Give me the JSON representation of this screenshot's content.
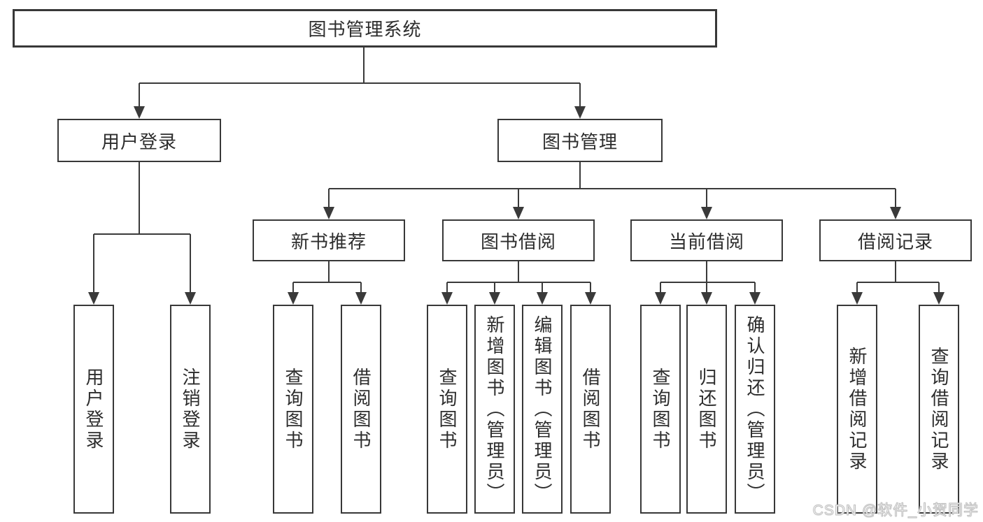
{
  "watermark": "CSDN @软件_小贺同学",
  "colors": {
    "line": "#3a3a3a",
    "box_border": "#383838",
    "text": "#2d2d2d",
    "background": "#ffffff",
    "watermark": "#bfbfbf"
  },
  "tree": {
    "root": "图书管理系统",
    "branches": [
      {
        "label": "用户登录",
        "children": [
          {
            "label": "用户登录"
          },
          {
            "label": "注销登录"
          }
        ]
      },
      {
        "label": "图书管理",
        "groups": [
          {
            "label": "新书推荐",
            "children": [
              {
                "label": "查询图书"
              },
              {
                "label": "借阅图书"
              }
            ]
          },
          {
            "label": "图书借阅",
            "children": [
              {
                "label": "查询图书"
              },
              {
                "label": "新增图书（管理员）"
              },
              {
                "label": "编辑图书（管理员）"
              },
              {
                "label": "借阅图书"
              }
            ]
          },
          {
            "label": "当前借阅",
            "children": [
              {
                "label": "查询图书"
              },
              {
                "label": "归还图书"
              },
              {
                "label": "确认归还（管理员）"
              }
            ]
          },
          {
            "label": "借阅记录",
            "children": [
              {
                "label": "新增借阅记录"
              },
              {
                "label": "查询借阅记录"
              }
            ]
          }
        ]
      }
    ]
  }
}
